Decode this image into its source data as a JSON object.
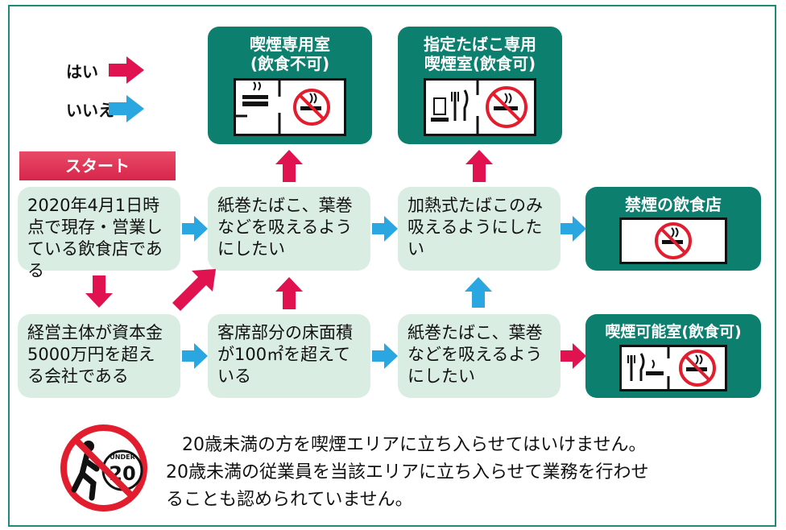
{
  "legend": {
    "yes_label": "はい",
    "no_label": "いいえ"
  },
  "colors": {
    "yes_arrow": "#e0124f",
    "no_arrow": "#2aa6e0",
    "teal": "#0c7f6e",
    "light_green": "#d9ede2",
    "start": "#e0304f"
  },
  "start_label": "スタート",
  "nodes": {
    "q1": "2020年4月1日時点で現存・営業している飲食店である",
    "q2": "紙巻たばこ、葉巻などを吸えるようにしたい",
    "q3": "加熱式たばこのみ吸えるようにしたい",
    "q4": "経営主体が資本金5000万円を超える会社である",
    "q5": "客席部分の床面積が100㎡を超えている",
    "q6": "紙巻たばこ、葉巻などを吸えるようにしたい"
  },
  "results": {
    "r1_line1": "喫煙専用室",
    "r1_line2": "(飲食不可)",
    "r2_line1": "指定たばこ専用",
    "r2_line2": "喫煙室(飲食可)",
    "r3": "禁煙の飲食店",
    "r4": "喫煙可能室(飲食可)"
  },
  "icons": [
    "smoking-icon",
    "no-smoking-icon",
    "fork-knife-icon",
    "heated-tobacco-icon",
    "no-entry-under-20-icon"
  ],
  "under20_badge": {
    "top": "UNDER",
    "number": "20"
  },
  "notice": {
    "line1": "20歳未満の方を喫煙エリアに立ち入らせてはいけません。",
    "line2": "20歳未満の従業員を当該エリアに立ち入らせて業務を行わせ",
    "line3": "ることも認められていません。"
  }
}
